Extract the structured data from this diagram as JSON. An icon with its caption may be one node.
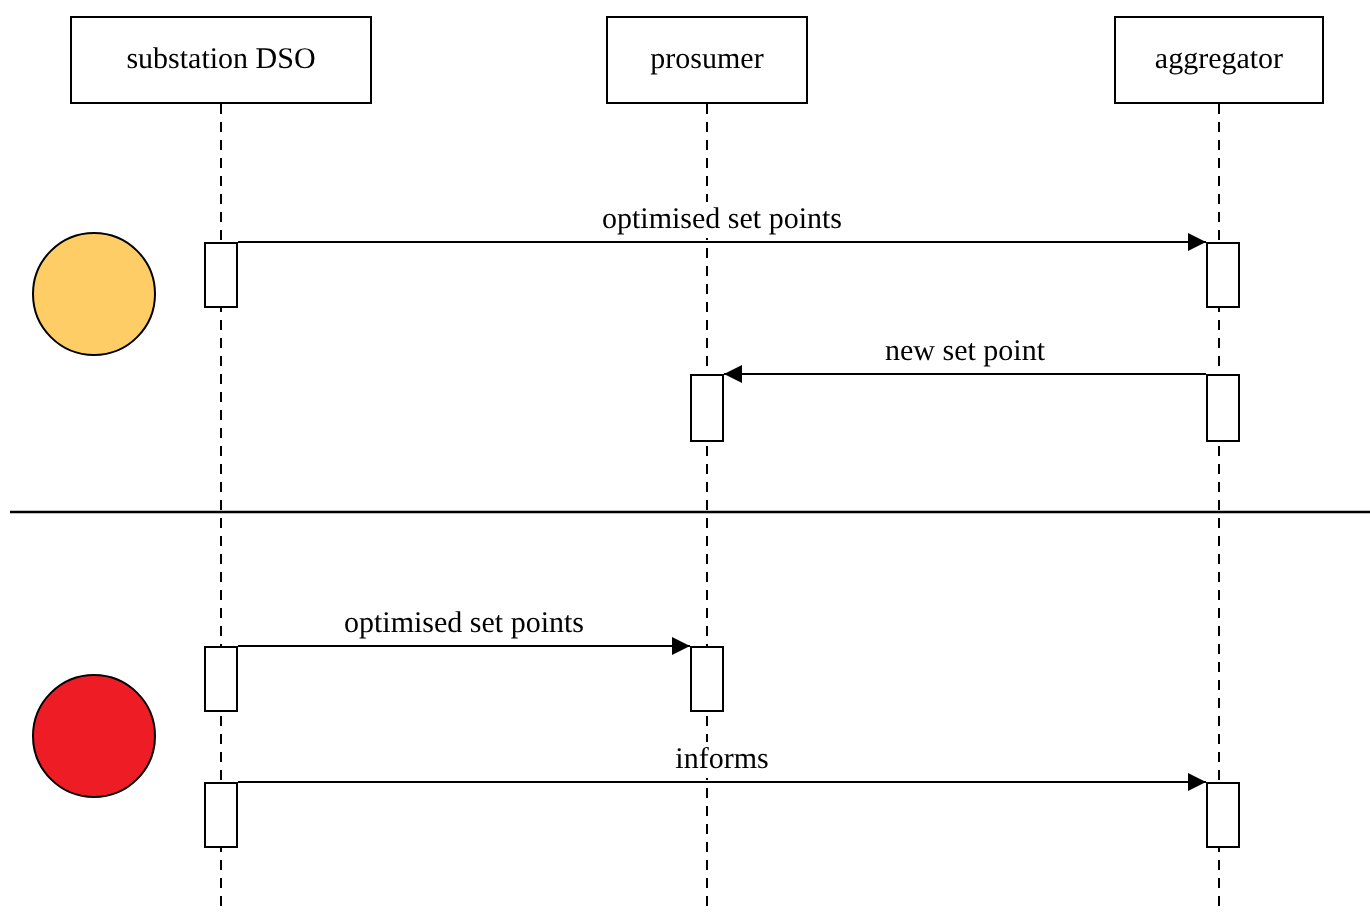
{
  "diagram": {
    "nodes": [
      {
        "text": [
          "substation DSO"
        ]
      },
      {
        "text": [
          "prosumer"
        ]
      },
      {
        "text": [
          "aggregator"
        ]
      },
      {
        "text": [],
        "shape": "circle"
      },
      {
        "text": [],
        "shape": "box"
      },
      {
        "text": [],
        "shape": "box"
      },
      {
        "text": [],
        "shape": "box"
      },
      {
        "text": [],
        "shape": "box"
      },
      {
        "text": [],
        "shape": "circle"
      },
      {
        "text": [],
        "shape": "box"
      },
      {
        "text": [],
        "shape": "box"
      },
      {
        "text": [],
        "shape": "box"
      },
      {
        "text": [],
        "shape": "box"
      }
    ],
    "edges": [
      {
        "from": 4,
        "to": 5,
        "arrow": "to",
        "label": "optimised set points"
      },
      {
        "from": 7,
        "to": 6,
        "arrow": "to",
        "label": "new set point"
      },
      {
        "from": 9,
        "to": 10,
        "arrow": "to",
        "label": "optimised set points"
      },
      {
        "from": 11,
        "to": 12,
        "arrow": "to",
        "label": "informs"
      }
    ]
  }
}
